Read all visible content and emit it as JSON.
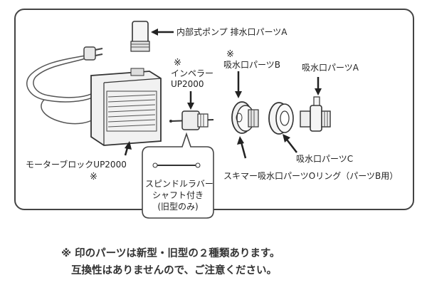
{
  "labels": {
    "outlet_a": "内部式ポンプ 排水口パーツA",
    "impeller_mark": "※",
    "impeller_line1": "インペラー",
    "impeller_line2": "UP2000",
    "intake_b_mark": "※",
    "intake_b": "吸水口パーツB",
    "intake_a": "吸水口パーツA",
    "intake_c": "吸水口パーツC",
    "skimmer_oring": "スキマー吸水口パーツOリング（パーツB用）",
    "motor_block": "モーターブロックUP2000",
    "motor_mark": "※",
    "shaft_line1": "スピンドルラバー",
    "shaft_line2": "シャフト付き",
    "shaft_line3": "(旧型のみ)"
  },
  "notes": {
    "line1": "※ 印のパーツは新型・旧型の２種類あります。",
    "line2": "互換性はありませんので、ご注意ください。"
  }
}
